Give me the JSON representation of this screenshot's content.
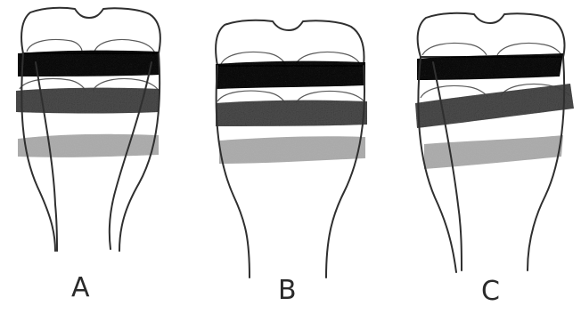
{
  "figure": {
    "panels": [
      {
        "label": "A",
        "description_key": "knee-panel-a"
      },
      {
        "label": "B",
        "description_key": "knee-panel-b"
      },
      {
        "label": "C",
        "description_key": "knee-panel-c"
      }
    ],
    "colors": {
      "band_dark": "#1f1f1f",
      "band_mid": "#4a4a4a",
      "band_light": "#a8a8a8",
      "outline": "#2f2f2f"
    }
  }
}
